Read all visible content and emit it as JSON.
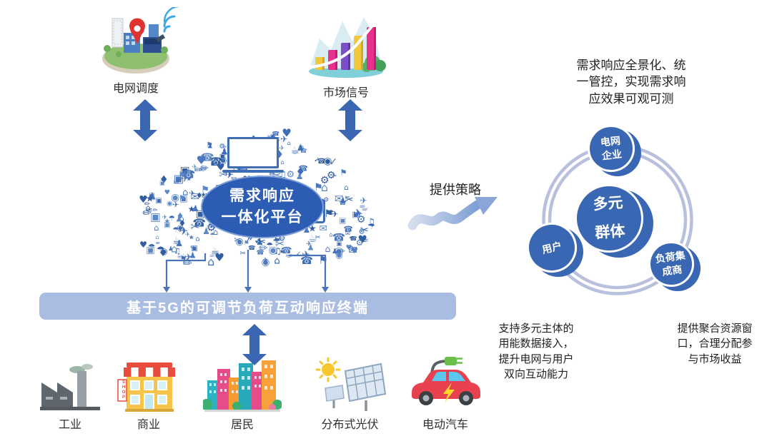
{
  "palette": {
    "arrow": "#3a66b2",
    "conn": "#4a72b8",
    "cloudblue": "#3f6db5",
    "ellipse": "#2d5cb5",
    "barbg": "#a9bde2",
    "ring": "#b9c0dd",
    "node": "#3a67b3",
    "txt": "#2e2e2e"
  },
  "sources": [
    {
      "label": "电网调度",
      "icon": "city-wireless-icon"
    },
    {
      "label": "市场信号",
      "icon": "market-chart-icon"
    }
  ],
  "cloud": {
    "line1": "需求响应",
    "line2": "一体化平台",
    "glyphs": "✉♥✓⚙☎✈♫☂★⌂✏✂◉▣♦⚑♟☕"
  },
  "strategy": {
    "label": "提供策略"
  },
  "annotations": {
    "top_right": "需求响应全景化、统\n一管控，实现需求响\n应效果可观可测",
    "bottom_left": "支持多元主体的\n用能数据接入，\n提升电网与用户\n双向互动能力",
    "bottom_right": "提供聚合资源窗\n口，合理分配参\n与市场收益"
  },
  "cycle": {
    "center": {
      "line1": "多元",
      "line2": "群体"
    },
    "nodes": [
      {
        "line1": "电网",
        "line2": "企业"
      },
      {
        "line1": "用户"
      },
      {
        "line1": "负荷集",
        "line2": "成商"
      }
    ]
  },
  "terminal": {
    "label": "基于5G的可调节负荷互动响应终端"
  },
  "loads": [
    {
      "label": "工业",
      "icon": "factory-icon"
    },
    {
      "label": "商业",
      "icon": "shop-icon",
      "sign": "SHOP"
    },
    {
      "label": "居民",
      "icon": "residential-buildings-icon"
    },
    {
      "label": "分布式光伏",
      "icon": "solar-pv-icon"
    },
    {
      "label": "电动汽车",
      "icon": "electric-car-icon"
    }
  ]
}
